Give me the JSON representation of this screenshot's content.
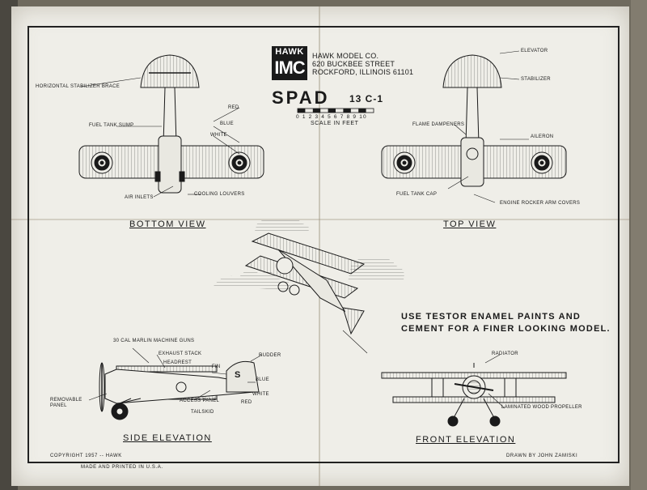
{
  "company": {
    "logo_top": "HAWK",
    "logo_bottom": "IMC",
    "name": "HAWK MODEL CO.",
    "street": "620 BUCKBEE STREET",
    "city": "ROCKFORD, ILLINOIS 61101"
  },
  "model": {
    "title": "SPAD",
    "subtitle": "13 C-1",
    "scale_numbers": "0 1 2 3 4 5 6 7 8 9 10",
    "scale_caption": "SCALE IN FEET"
  },
  "views": {
    "bottom": "BOTTOM VIEW",
    "top": "TOP VIEW",
    "side": "SIDE ELEVATION",
    "front": "FRONT ELEVATION"
  },
  "callouts": {
    "horizontal_stabilizer_brace": "HORIZONTAL STABILIZER BRACE",
    "fuel_tank_sump": "FUEL TANK SUMP",
    "red": "RED",
    "blue": "BLUE",
    "white": "WHITE",
    "air_inlets": "AIR INLETS",
    "cooling_louvers": "COOLING LOUVERS",
    "elevator": "ELEVATOR",
    "stabilizer": "STABILIZER",
    "flame_dampeners": "FLAME DAMPENERS",
    "aileron": "AILERON",
    "fuel_tank_cap": "FUEL TANK CAP",
    "engine_rocker_arm_covers": "ENGINE ROCKER ARM COVERS",
    "machine_guns": "30 CAL MARLIN MACHINE GUNS",
    "exhaust_stack": "EXHAUST STACK",
    "headrest": "HEADREST",
    "fin": "FIN",
    "rudder": "RUDDER",
    "side_blue": "BLUE",
    "side_white": "WHITE",
    "side_red": "RED",
    "removable_panel": "REMOVABLE PANEL",
    "access_panel": "ACCESS PANEL",
    "tailskid": "TAILSKID",
    "radiator": "RADIATOR",
    "laminated_propeller": "LAMINATED WOOD PROPELLER",
    "rudder_letter": "S"
  },
  "note": {
    "line1": "USE TESTOR ENAMEL PAINTS AND",
    "line2": "CEMENT FOR A FINER LOOKING MODEL."
  },
  "footer": {
    "copyright": "COPYRIGHT 1957 -- HAWK",
    "made_in": "MADE AND PRINTED IN U.S.A.",
    "drawn_by": "DRAWN BY JOHN ZAMISKI"
  },
  "colors": {
    "paper": "#efeee8",
    "ink": "#1a1a1a",
    "roundel_outer": "#1f1f1f"
  }
}
